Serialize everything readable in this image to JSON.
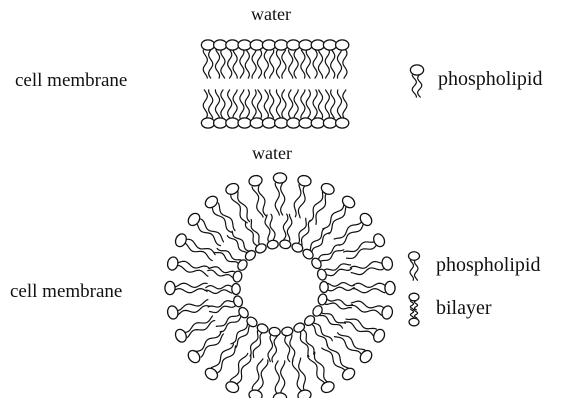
{
  "labels": {
    "water_top": "water",
    "water_mid": "water",
    "cell_membrane_top": "cell membrane",
    "cell_membrane_bottom": "cell membrane",
    "phospholipid_top": "phospholipid",
    "phospholipid_bottom": "phospholipid",
    "bilayer": "bilayer"
  },
  "colors": {
    "ink": "#111111",
    "head_fill": "#ffffff",
    "background": "#ffffff"
  }
}
